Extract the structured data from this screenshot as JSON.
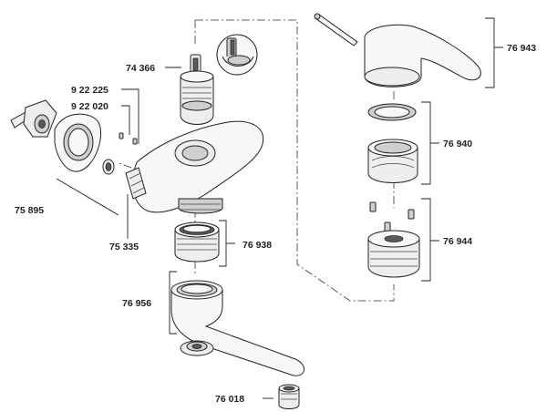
{
  "part_labels": {
    "p74366": "74 366",
    "p922225": "9 22 225",
    "p922020": "9 22 020",
    "p75895": "75 895",
    "p75335": "75 335",
    "p76938": "76 938",
    "p76956": "76 956",
    "p76018": "76 018",
    "p76943": "76 943",
    "p76940": "76 940",
    "p76944": "76 944"
  }
}
